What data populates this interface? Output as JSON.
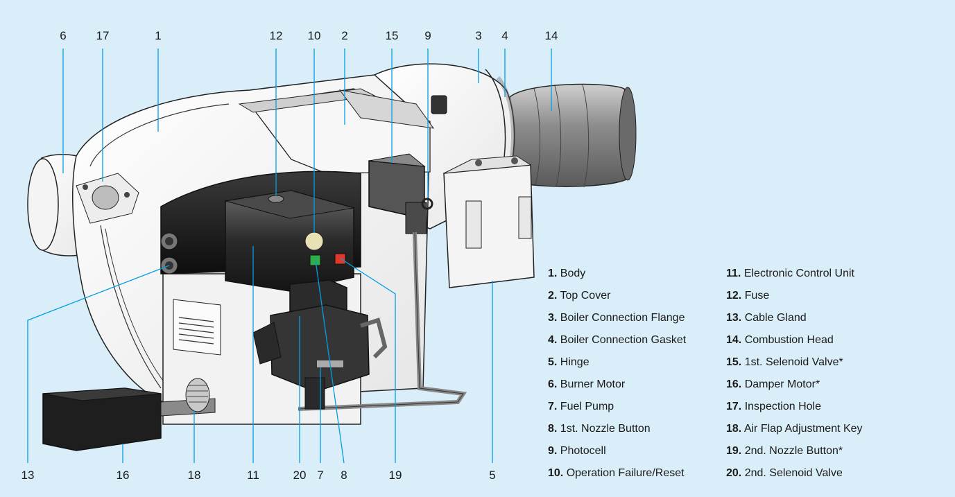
{
  "accent_color": "#009fe3",
  "background_color": "#d9eef9",
  "callouts": {
    "top": [
      "6",
      "17",
      "1",
      "12",
      "10",
      "2",
      "15",
      "9",
      "3",
      "4",
      "14"
    ],
    "bottom": [
      "13",
      "16",
      "18",
      "11",
      "20",
      "7",
      "8",
      "19",
      "5"
    ]
  },
  "legend": [
    {
      "num": "1.",
      "label": "Body"
    },
    {
      "num": "2.",
      "label": "Top Cover"
    },
    {
      "num": "3.",
      "label": "Boiler Connection Flange"
    },
    {
      "num": "4.",
      "label": "Boiler Connection Gasket"
    },
    {
      "num": "5.",
      "label": "Hinge"
    },
    {
      "num": "6.",
      "label": "Burner Motor"
    },
    {
      "num": "7.",
      "label": "Fuel Pump"
    },
    {
      "num": "8.",
      "label": "1st. Nozzle Button"
    },
    {
      "num": "9.",
      "label": "Photocell"
    },
    {
      "num": "10.",
      "label": "Operation Failure/Reset"
    },
    {
      "num": "11.",
      "label": "Electronic Control Unit"
    },
    {
      "num": "12.",
      "label": "Fuse"
    },
    {
      "num": "13.",
      "label": "Cable Gland"
    },
    {
      "num": "14.",
      "label": "Combustion Head"
    },
    {
      "num": "15.",
      "label": "1st. Selenoid Valve*"
    },
    {
      "num": "16.",
      "label": "Damper Motor*"
    },
    {
      "num": "17.",
      "label": "Inspection Hole"
    },
    {
      "num": "18.",
      "label": "Air Flap Adjustment Key"
    },
    {
      "num": "19.",
      "label": "2nd. Nozzle Button*"
    },
    {
      "num": "20.",
      "label": "2nd. Selenoid Valve"
    }
  ]
}
